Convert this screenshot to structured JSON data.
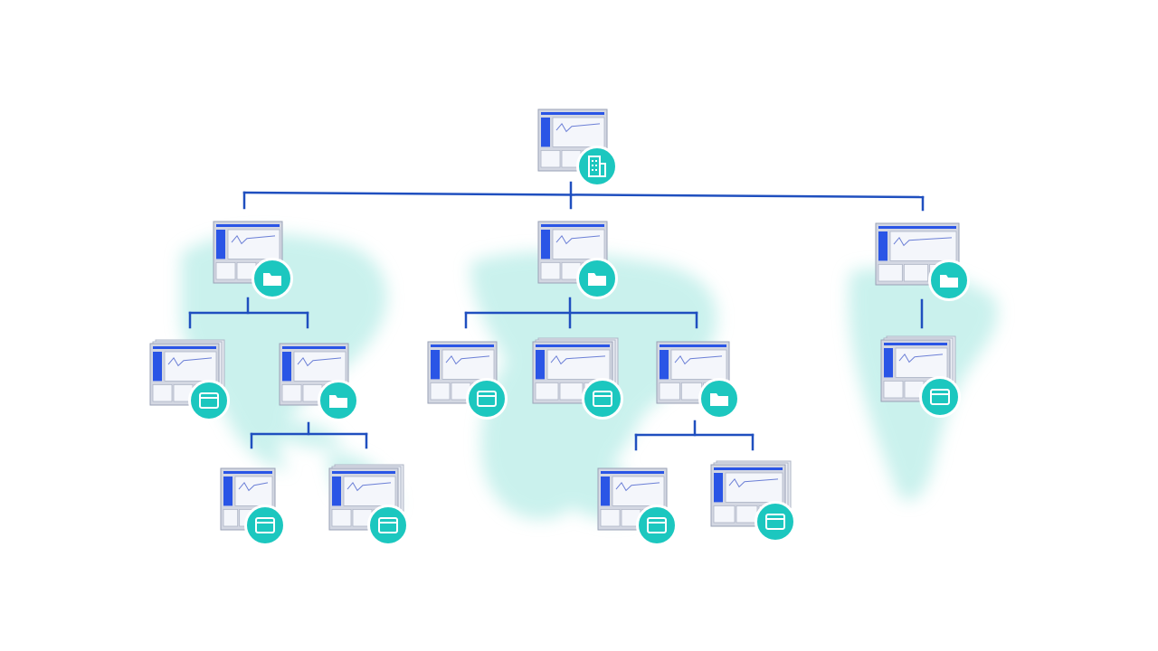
{
  "diagram": {
    "type": "hierarchy",
    "colors": {
      "connector": "#1f4fbf",
      "badge": "#1cc7bf",
      "map": "#9fe6df",
      "dashboard_frame": "#d3d7e2",
      "dashboard_accent": "#2a55e6"
    },
    "icons": {
      "root": "building-icon",
      "folder": "folder-icon",
      "dashboard": "window-icon"
    },
    "nodes": [
      {
        "id": "root",
        "kind": "organization",
        "icon": "building-icon",
        "parent": null
      },
      {
        "id": "folder-a",
        "kind": "folder",
        "icon": "folder-icon",
        "parent": "root"
      },
      {
        "id": "folder-b",
        "kind": "folder",
        "icon": "folder-icon",
        "parent": "root"
      },
      {
        "id": "folder-c",
        "kind": "folder",
        "icon": "folder-icon",
        "parent": "root"
      },
      {
        "id": "dash-a1",
        "kind": "dashboard",
        "icon": "window-icon",
        "parent": "folder-a"
      },
      {
        "id": "folder-a2",
        "kind": "folder",
        "icon": "folder-icon",
        "parent": "folder-a"
      },
      {
        "id": "dash-a2a",
        "kind": "dashboard",
        "icon": "window-icon",
        "parent": "folder-a2"
      },
      {
        "id": "dash-a2b",
        "kind": "dashboard",
        "icon": "window-icon",
        "parent": "folder-a2"
      },
      {
        "id": "dash-b1",
        "kind": "dashboard",
        "icon": "window-icon",
        "parent": "folder-b"
      },
      {
        "id": "dash-b2",
        "kind": "dashboard",
        "icon": "window-icon",
        "parent": "folder-b"
      },
      {
        "id": "folder-b3",
        "kind": "folder",
        "icon": "folder-icon",
        "parent": "folder-b"
      },
      {
        "id": "dash-b3a",
        "kind": "dashboard",
        "icon": "window-icon",
        "parent": "folder-b3"
      },
      {
        "id": "dash-b3b",
        "kind": "dashboard",
        "icon": "window-icon",
        "parent": "folder-b3"
      },
      {
        "id": "dash-c1",
        "kind": "dashboard",
        "icon": "window-icon",
        "parent": "folder-c"
      }
    ]
  }
}
